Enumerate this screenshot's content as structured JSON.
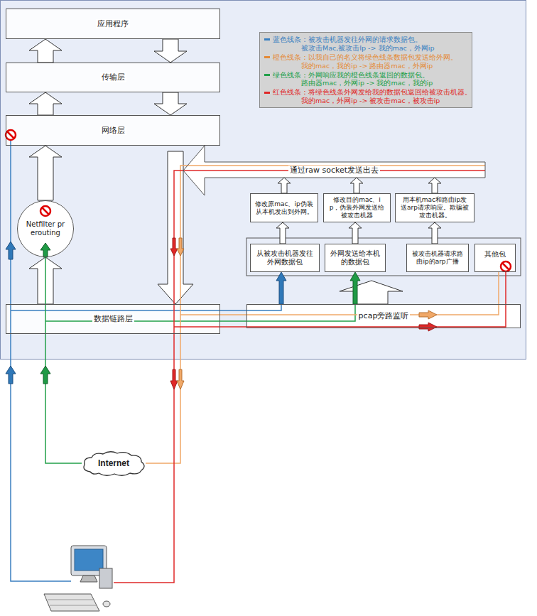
{
  "diagram": {
    "nodes": [
      {
        "text": [
          "应用程序"
        ]
      },
      {
        "text": [
          "传输层"
        ]
      },
      {
        "text": [
          "网络层"
        ]
      },
      {
        "text": [
          "Netfilter prerouting"
        ]
      },
      {
        "text": [
          "数据链路层"
        ]
      },
      {
        "text": [
          "通过raw socket发送出去"
        ]
      },
      {
        "text": [
          "修改原mac、ip伪装从本机发出到外网。"
        ]
      },
      {
        "text": [
          "修改目的mac、ip，伪装外网发送给被攻击机器"
        ]
      },
      {
        "text": [
          "用本机mac和路由ip发送arp请求响应。欺骗被攻击机器。"
        ]
      },
      {
        "text": [
          "从被攻击机器发往外网数据包"
        ]
      },
      {
        "text": [
          "外网发送给本机的数据包"
        ]
      },
      {
        "text": [
          "被攻击机器请求路由ip的arp广播"
        ]
      },
      {
        "text": [
          "其他包"
        ]
      },
      {
        "text": [
          "pcap旁路监听"
        ]
      },
      {
        "text": [
          "Internet"
        ]
      }
    ],
    "edges": [
      {
        "from": 1,
        "to": 0,
        "arrow": "to"
      },
      {
        "from": 0,
        "to": 1,
        "arrow": "to"
      },
      {
        "from": 2,
        "to": 1,
        "arrow": "to"
      },
      {
        "from": 1,
        "to": 2,
        "arrow": "to"
      },
      {
        "from": 3,
        "to": 2,
        "arrow": "to"
      },
      {
        "from": 4,
        "to": 3,
        "arrow": "to"
      },
      {
        "from": 5,
        "to": 4,
        "arrow": "to"
      },
      {
        "from": 6,
        "to": 5,
        "arrow": "to"
      },
      {
        "from": 7,
        "to": 5,
        "arrow": "to"
      },
      {
        "from": 8,
        "to": 5,
        "arrow": "to"
      },
      {
        "from": 9,
        "to": 6,
        "arrow": "to"
      },
      {
        "from": 10,
        "to": 7,
        "arrow": "to"
      },
      {
        "from": 11,
        "to": 8,
        "arrow": "to"
      },
      {
        "from": 13,
        "to": 9,
        "arrow": "to"
      },
      {
        "from": 13,
        "to": 10,
        "arrow": "to"
      }
    ],
    "labels": [
      "被攻击Mac,被攻击Ip -> 我的mac，外网ip",
      "我的mac，我的ip -> 路由器mac，外网ip",
      "路由器mac，外网ip -> 我的mac，我的ip",
      "我的mac，外网ip -> 被攻击mac，被攻击ip"
    ],
    "legend": [
      {
        "text": "蓝色线条：被攻击机器发往外网的请求数据包。",
        "color": "#3a7fc0"
      },
      {
        "text": "橙色线条：以我自己的名义将绿色线条数据包发送给外网。",
        "color": "#e48a36"
      },
      {
        "text": "绿色线条：外网响应我的橙色线条返回的数据包。",
        "color": "#22a04a"
      },
      {
        "text": "红色线条：将绿色线条外网发给我的数据包返回给被攻击机器。",
        "color": "#e02828"
      }
    ]
  }
}
